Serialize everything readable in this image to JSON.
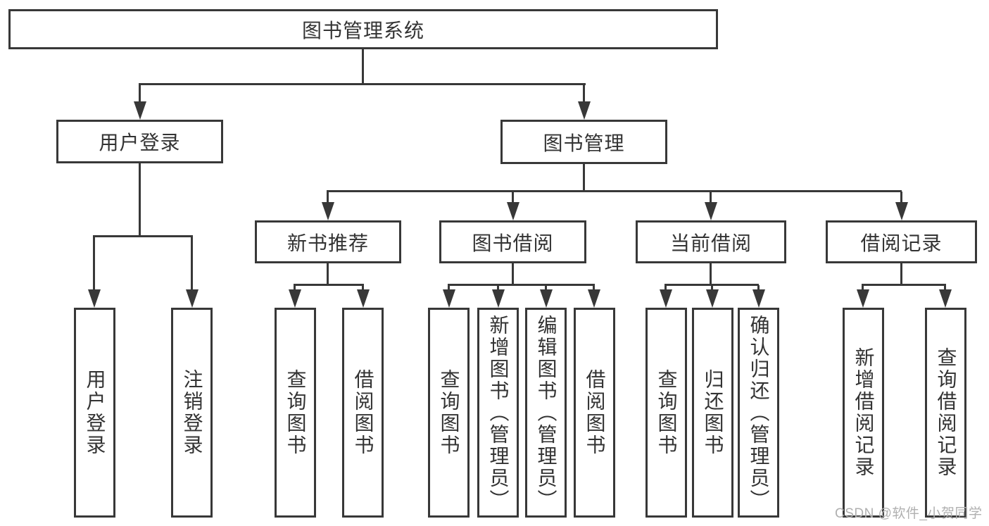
{
  "diagram": {
    "root": {
      "label": "图书管理系统"
    },
    "level2": [
      "用户登录",
      "图书管理"
    ],
    "level3": [
      "新书推荐",
      "图书借阅",
      "当前借阅",
      "借阅记录"
    ],
    "leaves": {
      "user_login": [
        "用户登录",
        "注销登录"
      ],
      "new_book_recommend": [
        "查询图书",
        "借阅图书"
      ],
      "book_borrow": [
        "查询图书",
        "新增图书（管理员）",
        "编辑图书（管理员）",
        "借阅图书"
      ],
      "current_borrow": [
        "查询图书",
        "归还图书",
        "确认归还（管理员）"
      ],
      "borrow_records": [
        "新增借阅记录",
        "查询借阅记录"
      ]
    }
  },
  "watermark": {
    "text": "CSDN @软件_小贺同学"
  },
  "colors": {
    "line": "#383838",
    "text": "#333333",
    "background": "#ffffff",
    "watermark": "#b0b0b0"
  }
}
